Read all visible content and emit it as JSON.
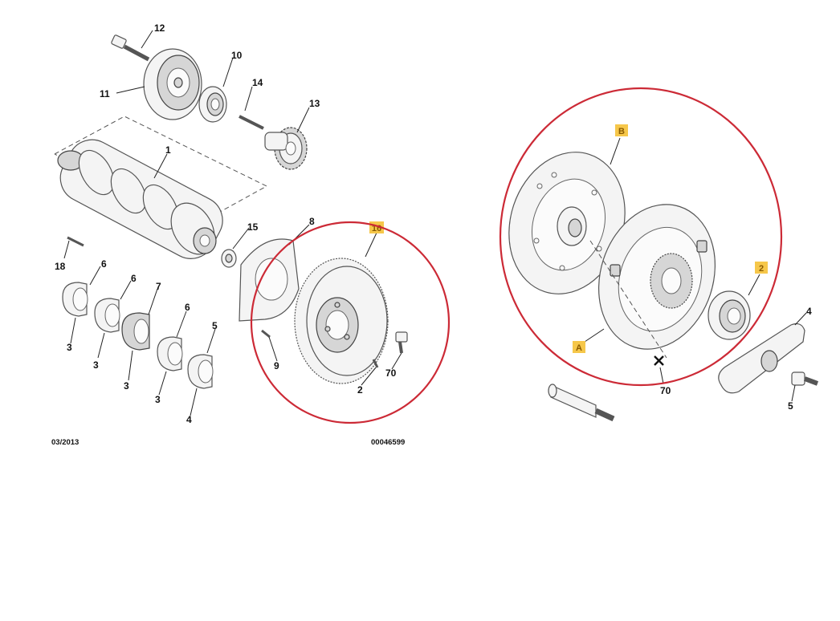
{
  "callouts": {
    "c12": "12",
    "c10": "10",
    "c11": "11",
    "c14": "14",
    "c13": "13",
    "c1": "1",
    "c18": "18",
    "c15": "15",
    "c8": "8",
    "c6a": "6",
    "c6b": "6",
    "c7": "7",
    "c6c": "6",
    "c5a": "5",
    "c3a": "3",
    "c3b": "3",
    "c3c": "3",
    "c3d": "3",
    "c4a": "4",
    "c9": "9",
    "c70a": "70",
    "c2a": "2",
    "c70b": "70",
    "c4b": "4",
    "c5b": "5"
  },
  "tags": {
    "tag16": "16",
    "tagB": "B",
    "tag2": "2",
    "tagA": "A"
  },
  "footer": {
    "date": "03/2013",
    "ref": "00046599"
  },
  "colors": {
    "highlight_circle": "#cc2a36",
    "tag_fill": "#f6c74a",
    "line_art": "#555555"
  }
}
